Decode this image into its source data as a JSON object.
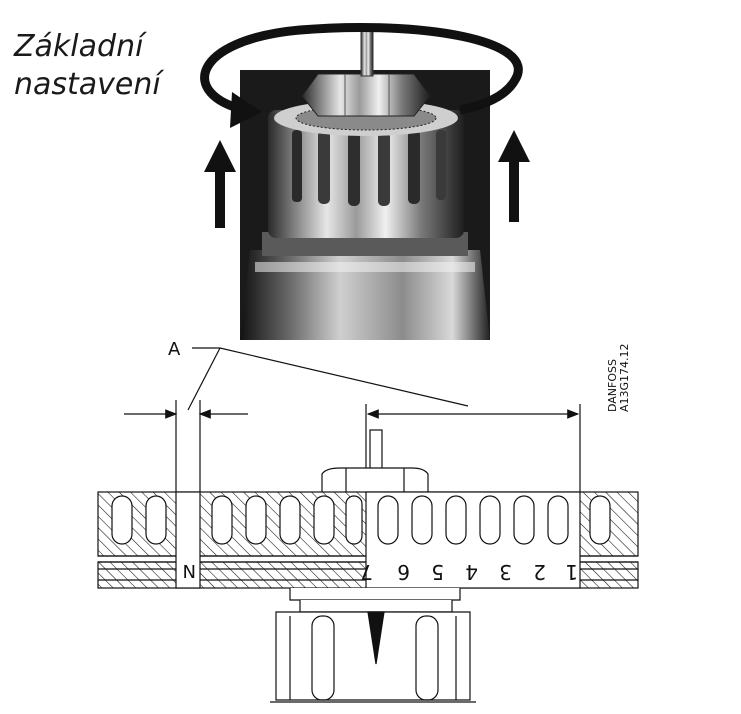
{
  "heading": {
    "line1": "Základní",
    "line2": "nastavení"
  },
  "label_a": "A",
  "scale_digits": [
    "7",
    "6",
    "5",
    "4",
    "3",
    "2",
    "1"
  ],
  "scale_n": "N",
  "drawing_code": {
    "brand": "DANFOSS",
    "number": "A13G174.12"
  },
  "colors": {
    "ink": "#111111",
    "metal_dark": "#2b2b2b",
    "metal_light": "#d8d8d8"
  }
}
